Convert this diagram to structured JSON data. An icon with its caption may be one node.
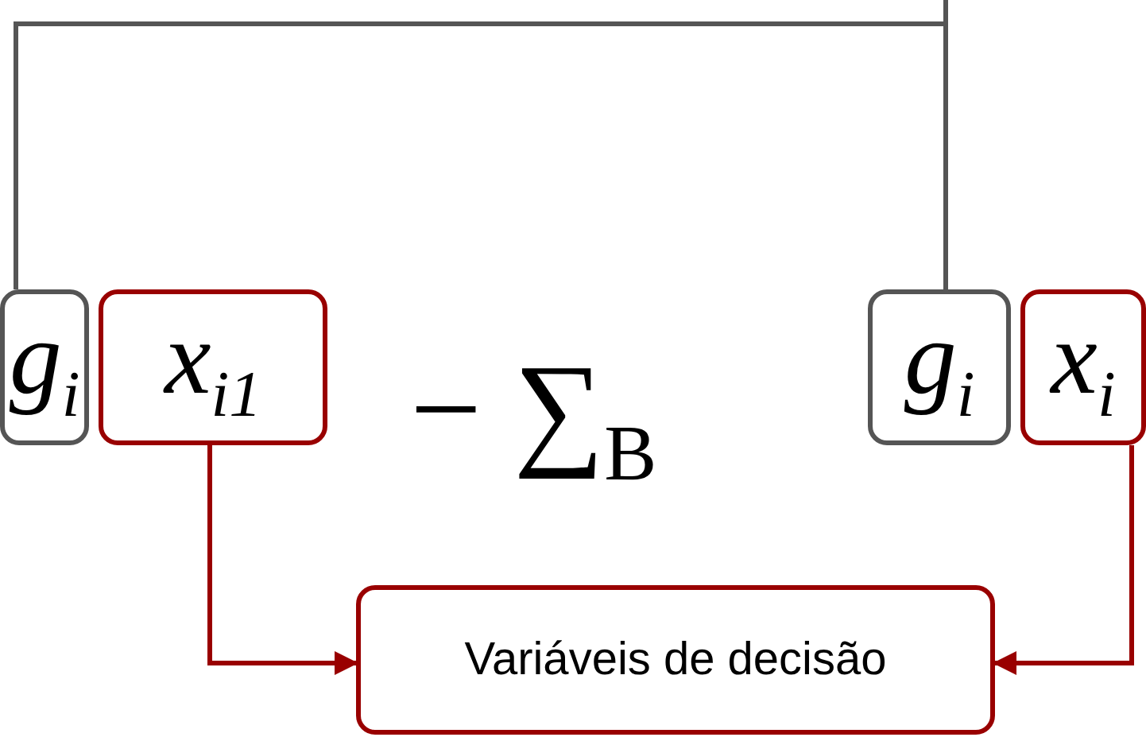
{
  "diagram": {
    "nodes": [
      {
        "text": [
          "g$_{i}$"
        ]
      },
      {
        "text": [
          "x$_{i1}$"
        ]
      },
      {
        "text": [
          "g$_{i}$"
        ]
      },
      {
        "text": [
          "x$_{i}$"
        ]
      },
      {
        "text": [
          "Variáveis de decisão"
        ]
      }
    ],
    "edges": [
      {
        "from": 0,
        "to": 2,
        "arrow": "none",
        "color": "#555555"
      },
      {
        "from": null,
        "to": 2,
        "arrow": "none",
        "color": "#555555"
      },
      {
        "from": 1,
        "to": 4,
        "arrow": "to"
      },
      {
        "from": 3,
        "to": 4,
        "arrow": "to"
      }
    ],
    "labels": [
      "− ∑$_{B}$"
    ]
  }
}
